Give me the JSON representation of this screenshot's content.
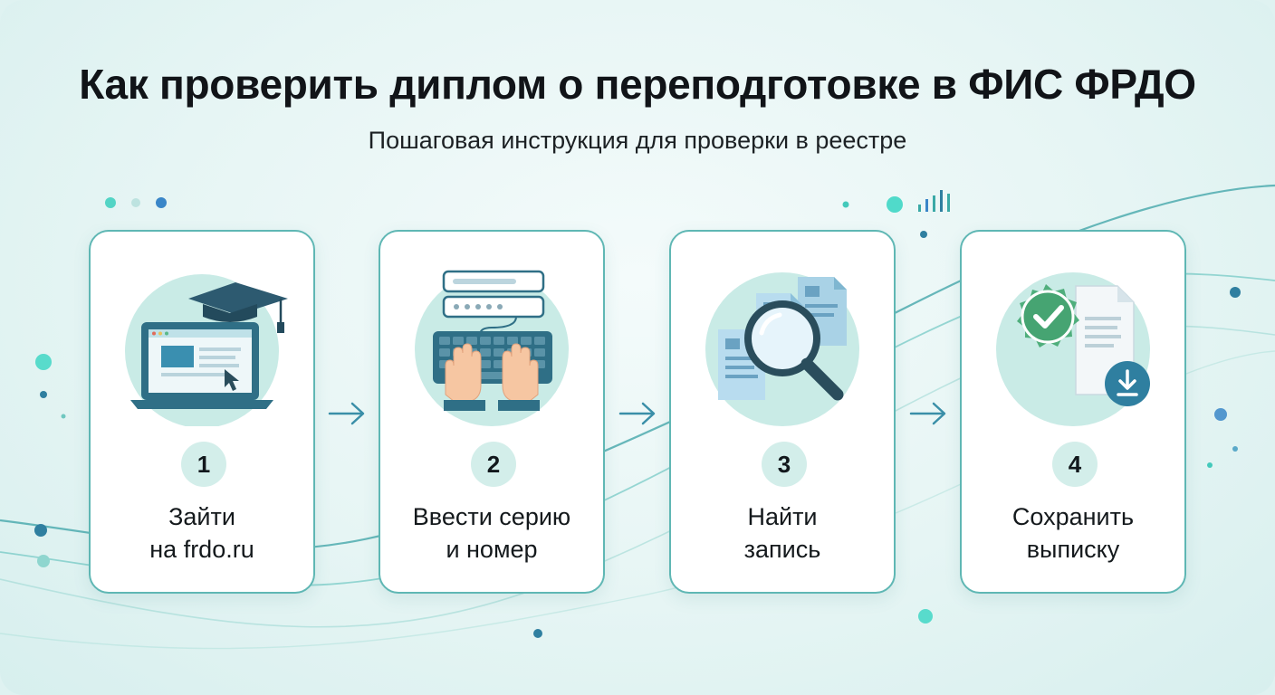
{
  "header": {
    "title": "Как проверить диплом о переподготовке в ФИС ФРДО",
    "subtitle": "Пошаговая инструкция для проверки в реестре"
  },
  "steps": [
    {
      "number": "1",
      "line1": "Зайти",
      "line2": "на frdo.ru",
      "icon": "laptop-graduation-cap-icon"
    },
    {
      "number": "2",
      "line1": "Ввести серию",
      "line2": "и номер",
      "icon": "keyboard-form-icon"
    },
    {
      "number": "3",
      "line1": "Найти",
      "line2": "запись",
      "icon": "magnifier-documents-icon"
    },
    {
      "number": "4",
      "line1": "Сохранить",
      "line2": "выписку",
      "icon": "certificate-download-icon"
    }
  ],
  "colors": {
    "accent": "#3aa9a6",
    "dark": "#2f6f86",
    "circle_bg": "#c9ebe6",
    "card_border": "#5fb7b4",
    "arrow": "#3a8fa8"
  }
}
